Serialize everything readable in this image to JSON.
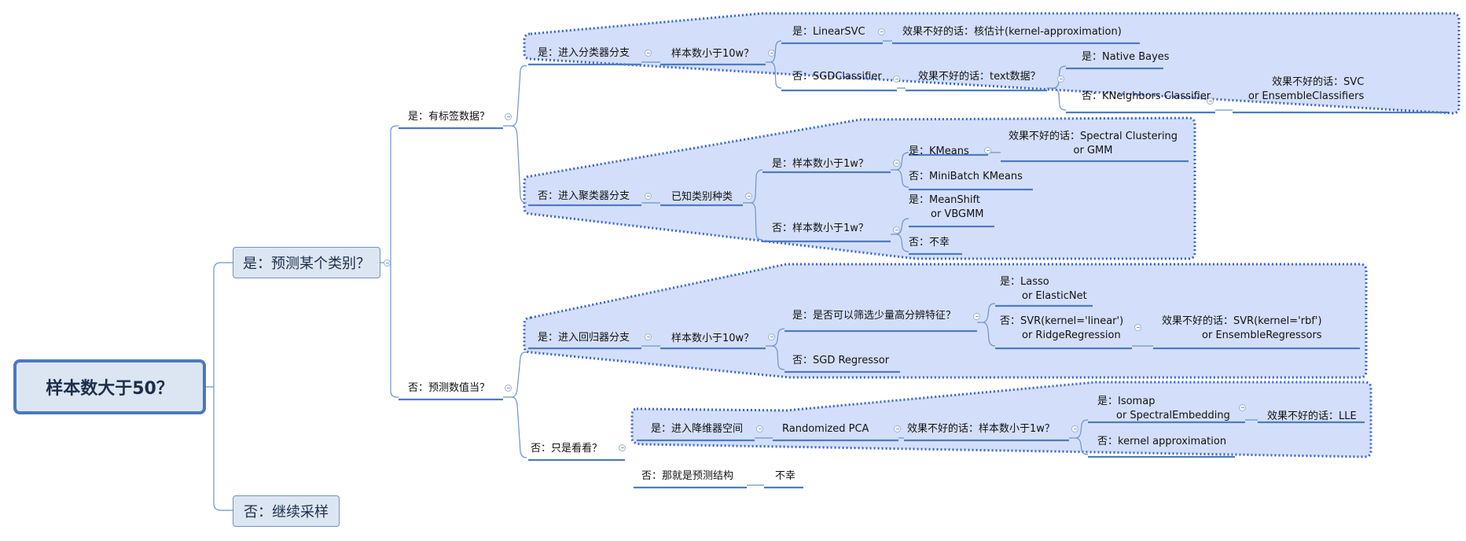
{
  "root": {
    "label": "样本数大于50？"
  },
  "predict_category": {
    "label": "是：预测某个类别？"
  },
  "continue_sampling": {
    "label": "否：继续采样"
  },
  "has_labels": {
    "label": "是：有标签数据？"
  },
  "predict_quantity": {
    "label": "否：预测数值当？"
  },
  "classify": {
    "branch": "是：进入分类器分支",
    "size": "样本数小于10w？",
    "linearsvc": "是：LinearSVC",
    "linearsvc_fail": "效果不好的话：核估计(kernel-approximation)",
    "sgd": "否：SGDClassifier",
    "text": "效果不好的话：text数据？",
    "bayes": "是：Native Bayes",
    "kneighbors": "否：KNeighbors Classifier",
    "svc_1": "效果不好的话：SVC",
    "svc_2": "or EnsembleClassifiers"
  },
  "cluster": {
    "branch": "否：进入聚类器分支",
    "known": "已知类别种类",
    "yes_size": "是：样本数小于1w？",
    "kmeans": "是：KMeans",
    "spectral_1": "效果不好的话：Spectral Clustering",
    "spectral_2": "or GMM",
    "minibatch": "否：MiniBatch KMeans",
    "no_size": "否：样本数小于1w？",
    "meanshift_1": "是：MeanShift",
    "meanshift_2": "or VBGMM",
    "unlucky": "否：不幸"
  },
  "regress": {
    "branch": "是：进入回归器分支",
    "size": "样本数小于10w？",
    "feature": "是：是否可以筛选少量高分辨特征？",
    "lasso_1": "是：Lasso",
    "lasso_2": "or ElasticNet",
    "svr_1": "否：SVR(kernel='linear')",
    "svr_2": "or RidgeRegression",
    "svr_rbf_1": "效果不好的话：SVR(kernel='rbf')",
    "svr_rbf_2": "or EnsembleRegressors",
    "sgd": "否：SGD Regressor"
  },
  "look": {
    "label": "否：只是看看？"
  },
  "reduce": {
    "branch": "是：进入降维器空间",
    "pca": "Randomized PCA",
    "fail": "效果不好的话：样本数小于1w？",
    "isomap_1": "是：Isomap",
    "isomap_2": "or SpectralEmbedding",
    "lle": "效果不好的话：LLE",
    "kernel": "否：kernel approximation"
  },
  "structure": {
    "label": "否：那就是预测结构",
    "result": "不幸"
  },
  "colors": {
    "line": "#6e94c8",
    "underline": "#4f7bbf",
    "box_fill": "#d3dffa",
    "box_border": "#3a63d6",
    "node_fill": "#dce6f2"
  }
}
